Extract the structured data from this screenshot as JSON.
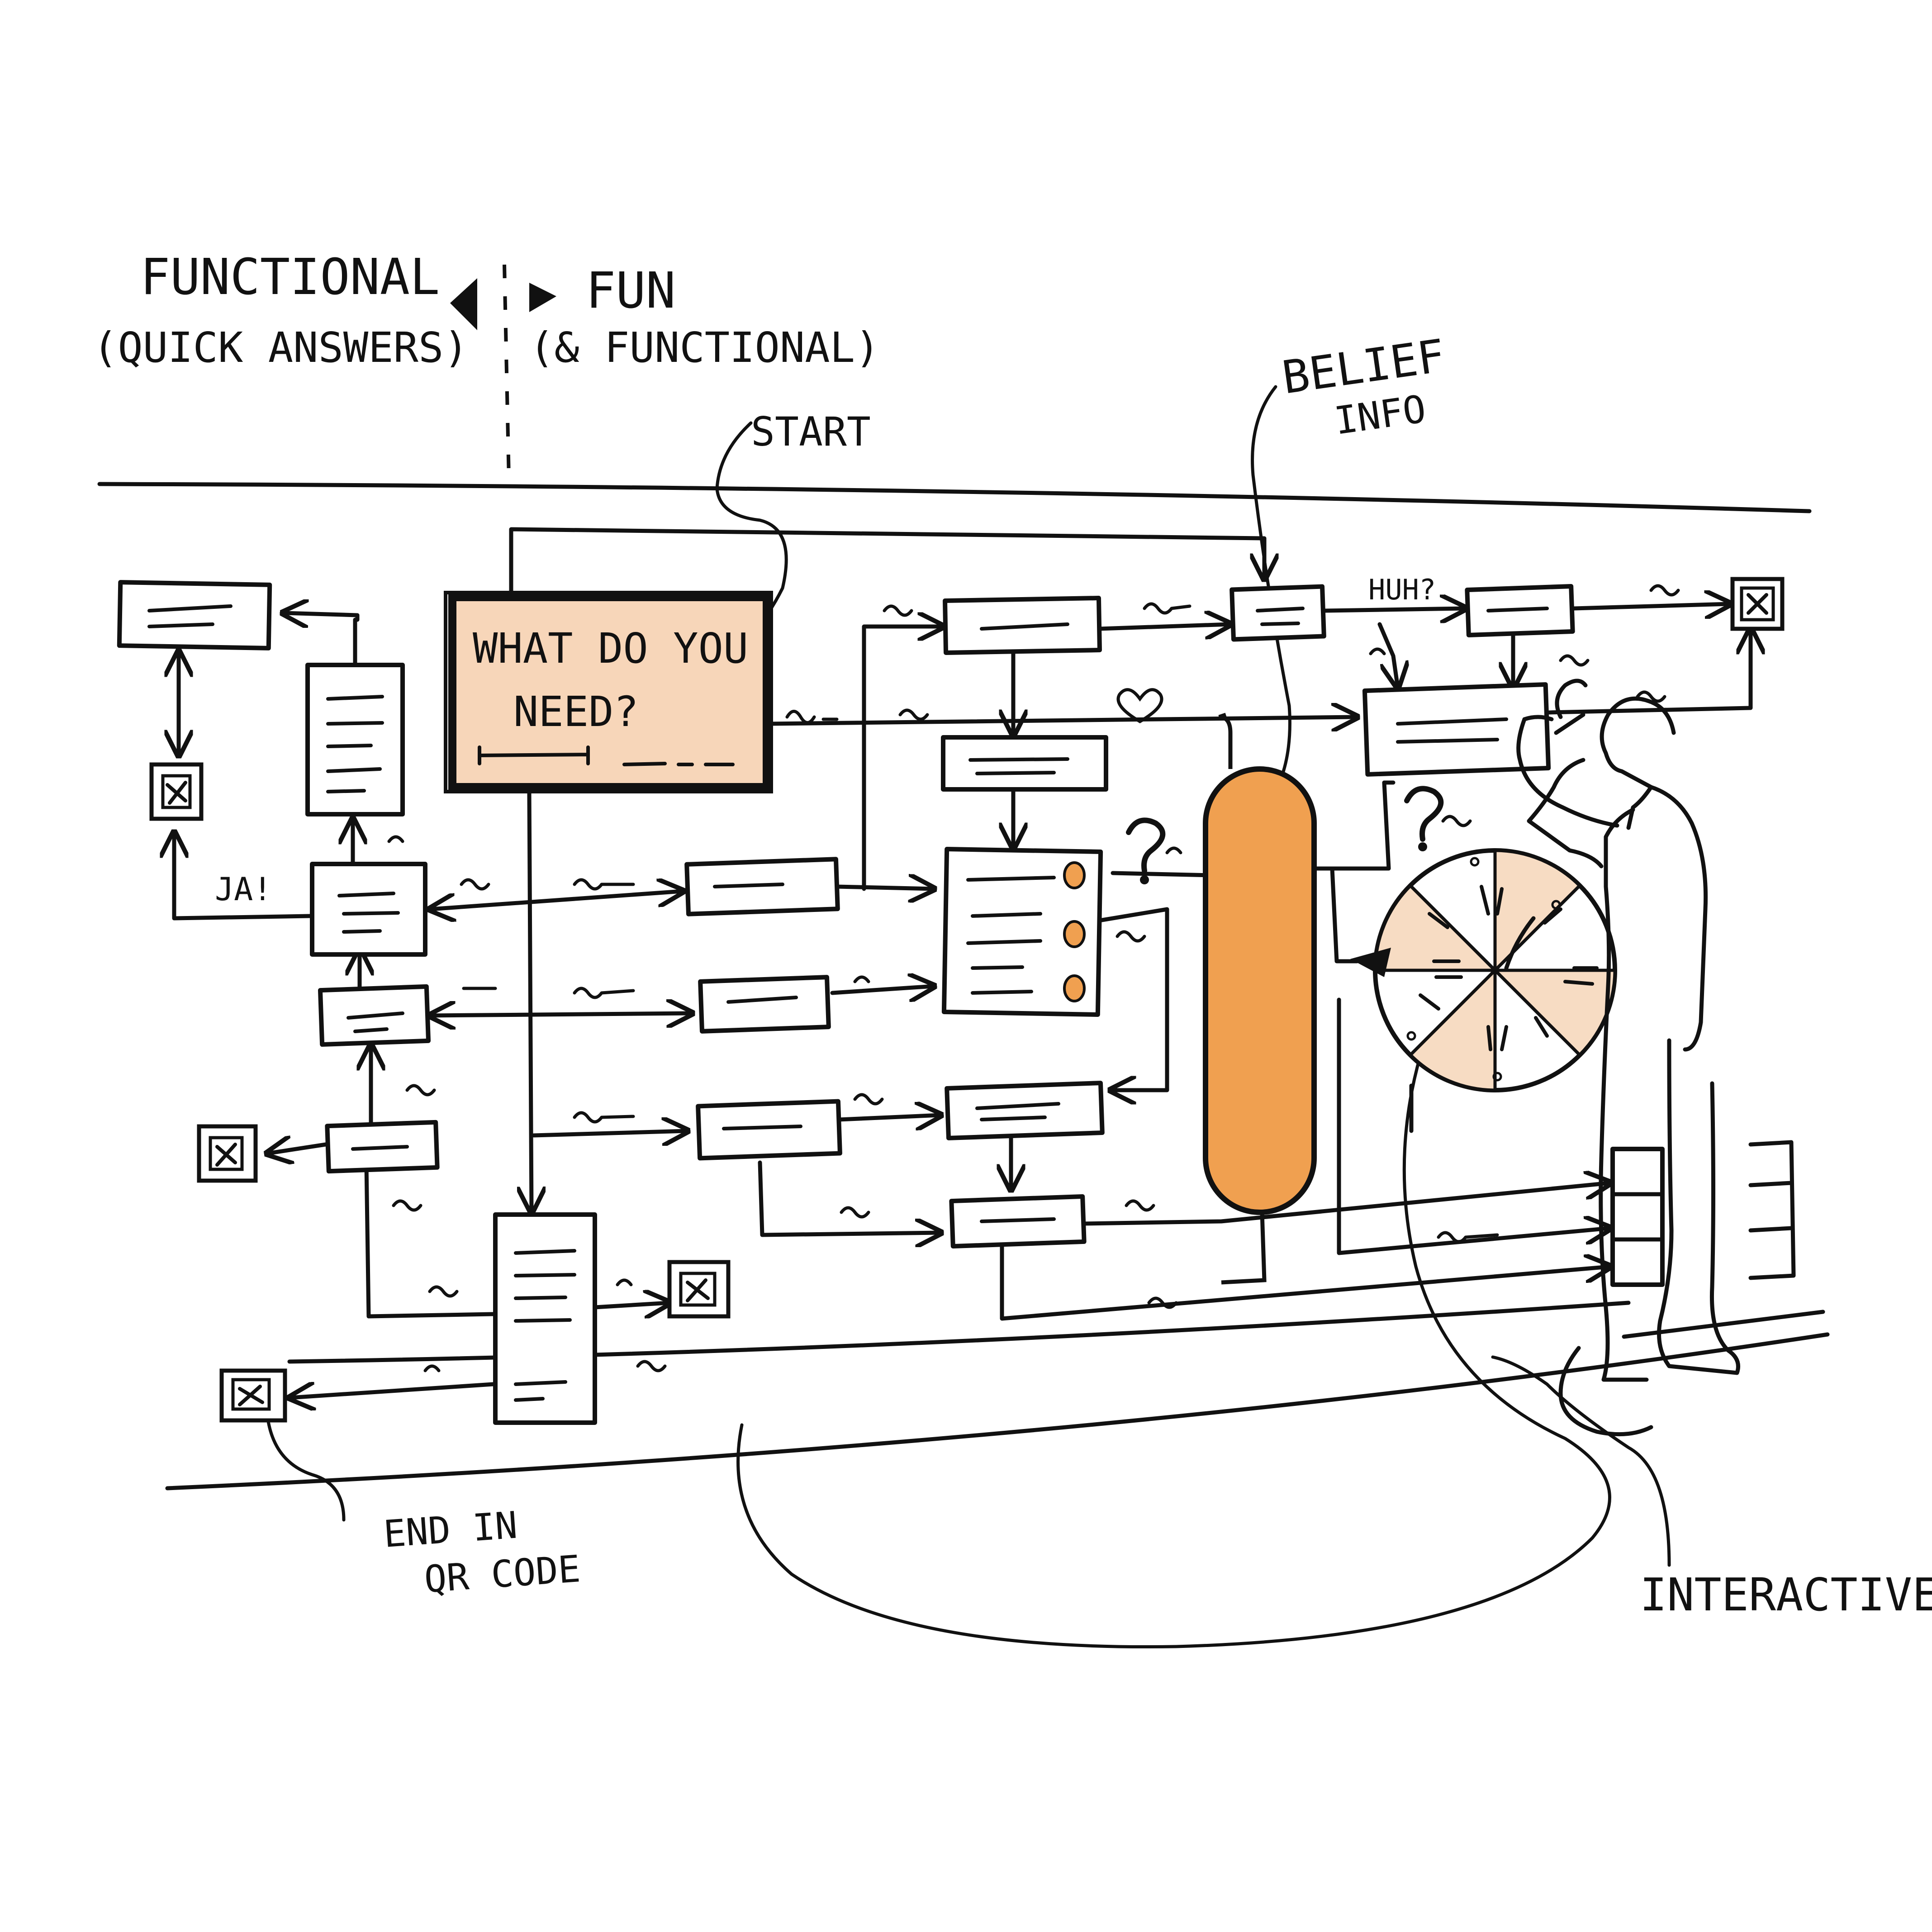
{
  "header": {
    "functional_label": "FUNCTIONAL",
    "functional_sub": "(QUICK ANSWERS)",
    "fun_label": "FUN",
    "fun_sub": "(& FUNCTIONAL)"
  },
  "annotations": {
    "start": "START",
    "belief": "BELIEF",
    "info": "INFO",
    "end_line1": "END IN",
    "end_line2": "QR CODE",
    "interactive": "INTERACTIVE",
    "huh": "HUH?",
    "ja": "JA!"
  },
  "start_box": {
    "line1": "WHAT DO YOU",
    "line2": "NEED?"
  },
  "colors": {
    "ink": "#111111",
    "start_fill": "#f7d6b9",
    "capsule_fill": "#f0a050",
    "wheel_light": "#f7dcc3",
    "dot_orange": "#f0a050"
  },
  "icons": [
    "qr-code-icon",
    "heart-icon",
    "question-mark-icon",
    "person-figure",
    "spinning-wheel",
    "arrow-icon"
  ]
}
